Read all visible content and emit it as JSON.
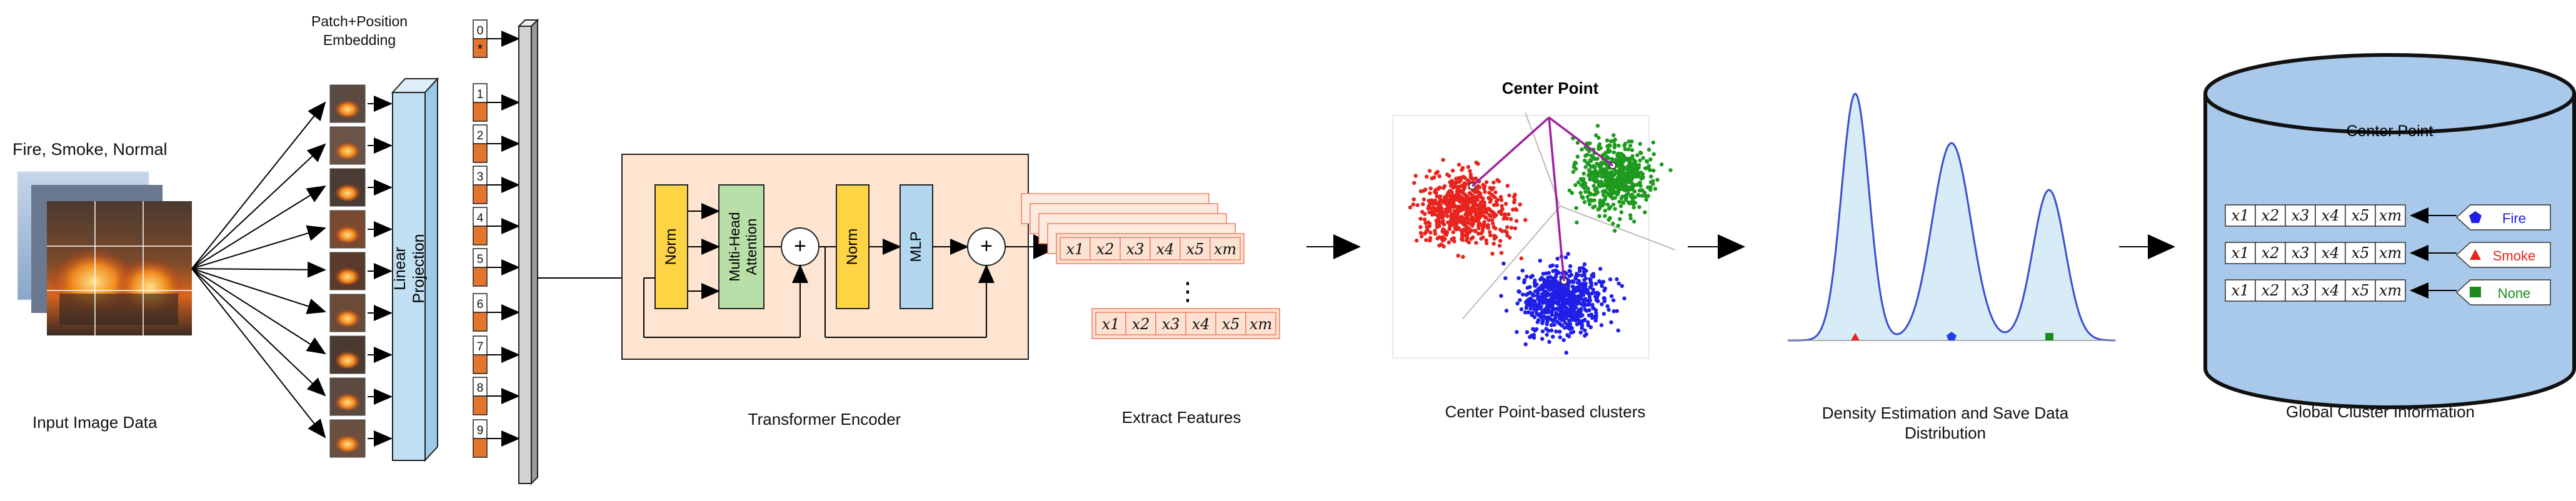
{
  "input": {
    "title": "Fire, Smoke, Normal",
    "caption": "Input Image Data"
  },
  "embedding": {
    "title_line1": "Patch+Position",
    "title_line2": "Embedding",
    "projection_line1": "Linear",
    "projection_line2": "Projection",
    "position_numbers": [
      "0",
      "1",
      "2",
      "3",
      "4",
      "5",
      "6",
      "7",
      "8",
      "9"
    ],
    "cls_mark": "*"
  },
  "encoder": {
    "norm1": "Norm",
    "mha_line1": "Multi-Head",
    "mha_line2": "Attention",
    "add1": "+",
    "norm2": "Norm",
    "mlp": "MLP",
    "add2": "+",
    "caption": "Transformer Encoder"
  },
  "features": {
    "tokens": [
      "x1",
      "x2",
      "x3",
      "x4",
      "x5",
      "xm"
    ],
    "ellipsis": "⋮",
    "caption": "Extract Features"
  },
  "clusters": {
    "title": "Center Point",
    "caption": "Center Point-based clusters",
    "colors": {
      "red": "#e8241f",
      "green": "#1e9a1e",
      "blue": "#1f1fe8"
    }
  },
  "density": {
    "caption_line1": "Density Estimation and Save Data",
    "caption_line2": "Distribution",
    "peak_heights": [
      1.0,
      0.8,
      0.61
    ]
  },
  "global": {
    "title": "Center Point",
    "caption": "Global Cluster Information",
    "rows": [
      {
        "label": "Fire",
        "color": "#1f1fe8",
        "marker": "pentagon-icon"
      },
      {
        "label": "Smoke",
        "color": "#e8241f",
        "marker": "triangle-icon"
      },
      {
        "label": "None",
        "color": "#1e8a1e",
        "marker": "square-icon"
      }
    ]
  }
}
